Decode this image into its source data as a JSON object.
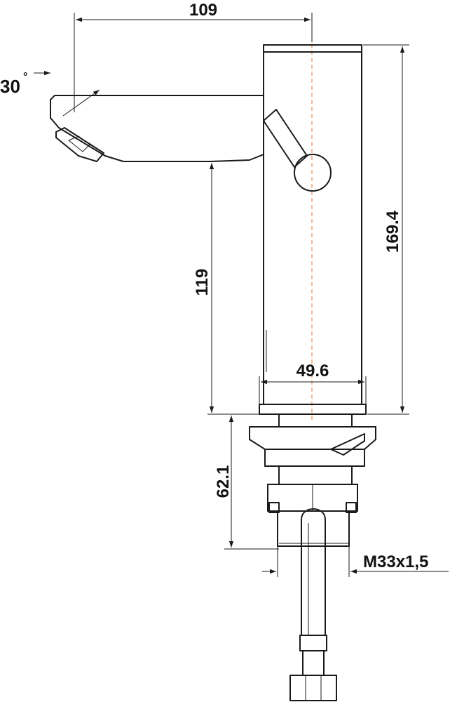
{
  "drawing": {
    "dimensions": {
      "reach": "109",
      "angle": "30",
      "angle_unit": "°",
      "total_height": "169.4",
      "spout_height": "119",
      "body_diameter": "49.6",
      "mount_depth": "62.1",
      "thread": "M33x1,5"
    }
  }
}
